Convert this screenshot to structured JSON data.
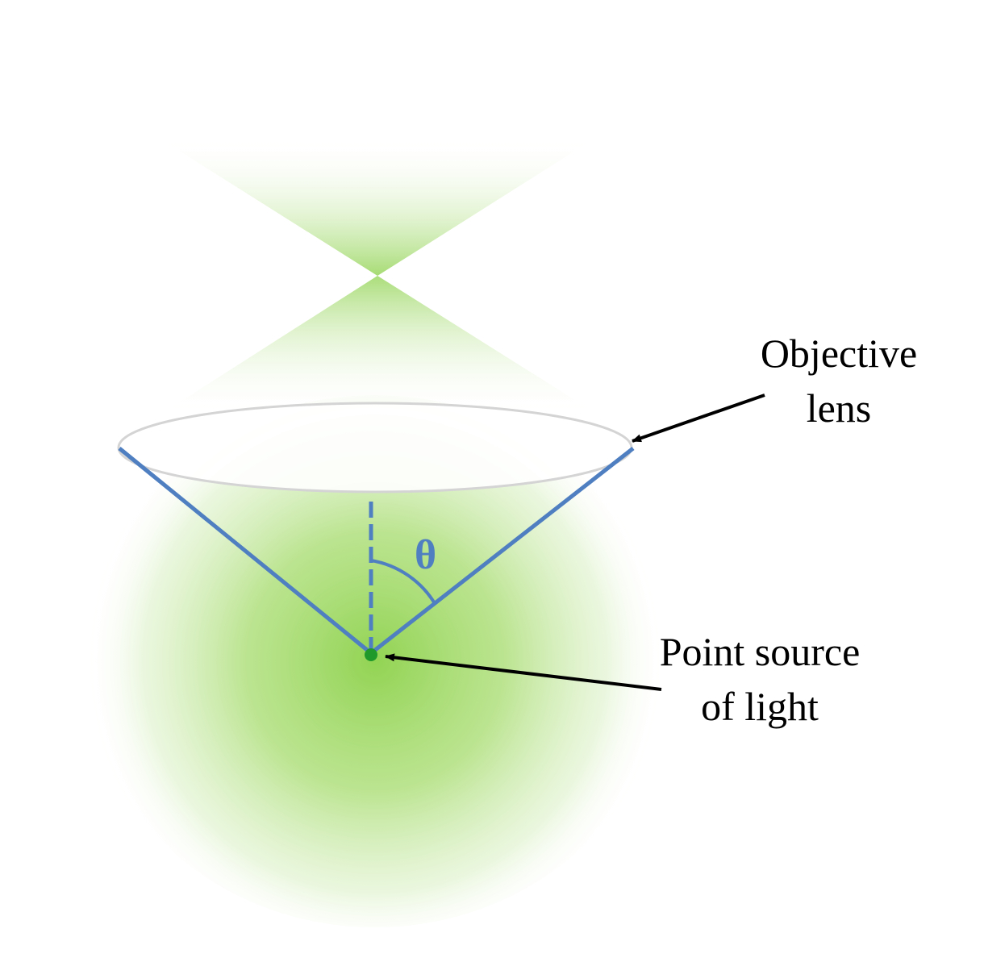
{
  "labels": {
    "objective_line1": "Objective",
    "objective_line2": "lens",
    "source_line1": "Point source",
    "source_line2": "of light",
    "angle_symbol": "θ"
  },
  "colors": {
    "light_green": "#8cd14a",
    "source_dot": "#1f9a2a",
    "ray_blue": "#4f7fc0",
    "arrow_black": "#000000",
    "lens_outline": "#d4d4d4"
  }
}
